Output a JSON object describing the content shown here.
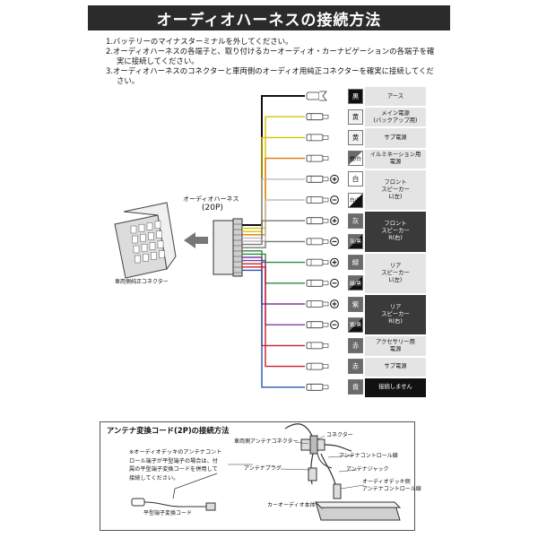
{
  "title": "オーディオハーネスの接続方法",
  "instructions": [
    "1.バッテリーのマイナスターミナルを外してください。",
    "2.オーディオハーネスの各端子と、取り付けるカーオーディオ・カーナビゲーションの各端子を確実に接続してください。",
    "3.オーディオハーネスのコネクターと車両側のオーディオ用純正コネクターを確実に接続してください。"
  ],
  "harness": {
    "label": "オーディオハーネス",
    "pins": "(20P)",
    "vehicle_connector_label": "車両側純正コネクター"
  },
  "wires": [
    {
      "color_label": "黒",
      "function": "アース",
      "color": "#111111",
      "box": "light",
      "polarity": ""
    },
    {
      "color_label": "黄",
      "function": "メイン電源\n(バックアップ用)",
      "color": "#d8c200",
      "box": "light",
      "polarity": ""
    },
    {
      "color_label": "黄",
      "function": "サブ電源",
      "color": "#d8c200",
      "box": "light",
      "polarity": ""
    },
    {
      "color_label": "橙/白",
      "function": "イルミネーション用\n電源",
      "color": "#e07a00",
      "box": "light",
      "polarity": ""
    },
    {
      "color_label": "白",
      "function": "フロント\nスピーカー\nL(左)",
      "color": "#bbbbbb",
      "box": "light",
      "polarity": "+"
    },
    {
      "color_label": "白/黒",
      "function": "",
      "color": "#bbbbbb",
      "box": "light",
      "polarity": "−"
    },
    {
      "color_label": "灰",
      "function": "フロント\nスピーカー\nR(右)",
      "color": "#777777",
      "box": "dark",
      "polarity": "+"
    },
    {
      "color_label": "灰/黒",
      "function": "",
      "color": "#777777",
      "box": "dark",
      "polarity": "−"
    },
    {
      "color_label": "緑",
      "function": "リア\nスピーカー\nL(左)",
      "color": "#2f8a3a",
      "box": "light",
      "polarity": "+"
    },
    {
      "color_label": "緑/黒",
      "function": "",
      "color": "#2f8a3a",
      "box": "light",
      "polarity": "−"
    },
    {
      "color_label": "紫",
      "function": "リア\nスピーカー\nR(右)",
      "color": "#7a3ca0",
      "box": "dark",
      "polarity": "+"
    },
    {
      "color_label": "紫/黒",
      "function": "",
      "color": "#7a3ca0",
      "box": "dark",
      "polarity": "−"
    },
    {
      "color_label": "赤",
      "function": "アクセサリー用\n電源",
      "color": "#c8202a",
      "box": "light",
      "polarity": ""
    },
    {
      "color_label": "赤",
      "function": "サブ電源",
      "color": "#c8202a",
      "box": "light",
      "polarity": ""
    },
    {
      "color_label": "青",
      "function": "接続しません",
      "color": "#2a55b0",
      "box": "black",
      "polarity": ""
    }
  ],
  "antenna": {
    "title": "アンテナ変換コード(2P)の接続方法",
    "note": "※オーディオデッキのアンテナコントロール端子が平型端子の場合は、付属の平型端子変換コードを併用して接続してください。",
    "flat_terminal_label": "平型端子変換コード",
    "vehicle_antenna_connector": "車両側アンテナコネクター",
    "connector": "コネクター",
    "antenna_control_wire": "アンテナコントロール線",
    "antenna_plug": "アンテナプラグ",
    "antenna_jack": "アンテナジャック",
    "deck_side_control_wire": "オーディオデッキ側\nアンテナコントロール線",
    "car_audio_unit": "カーオーディオ本体"
  }
}
